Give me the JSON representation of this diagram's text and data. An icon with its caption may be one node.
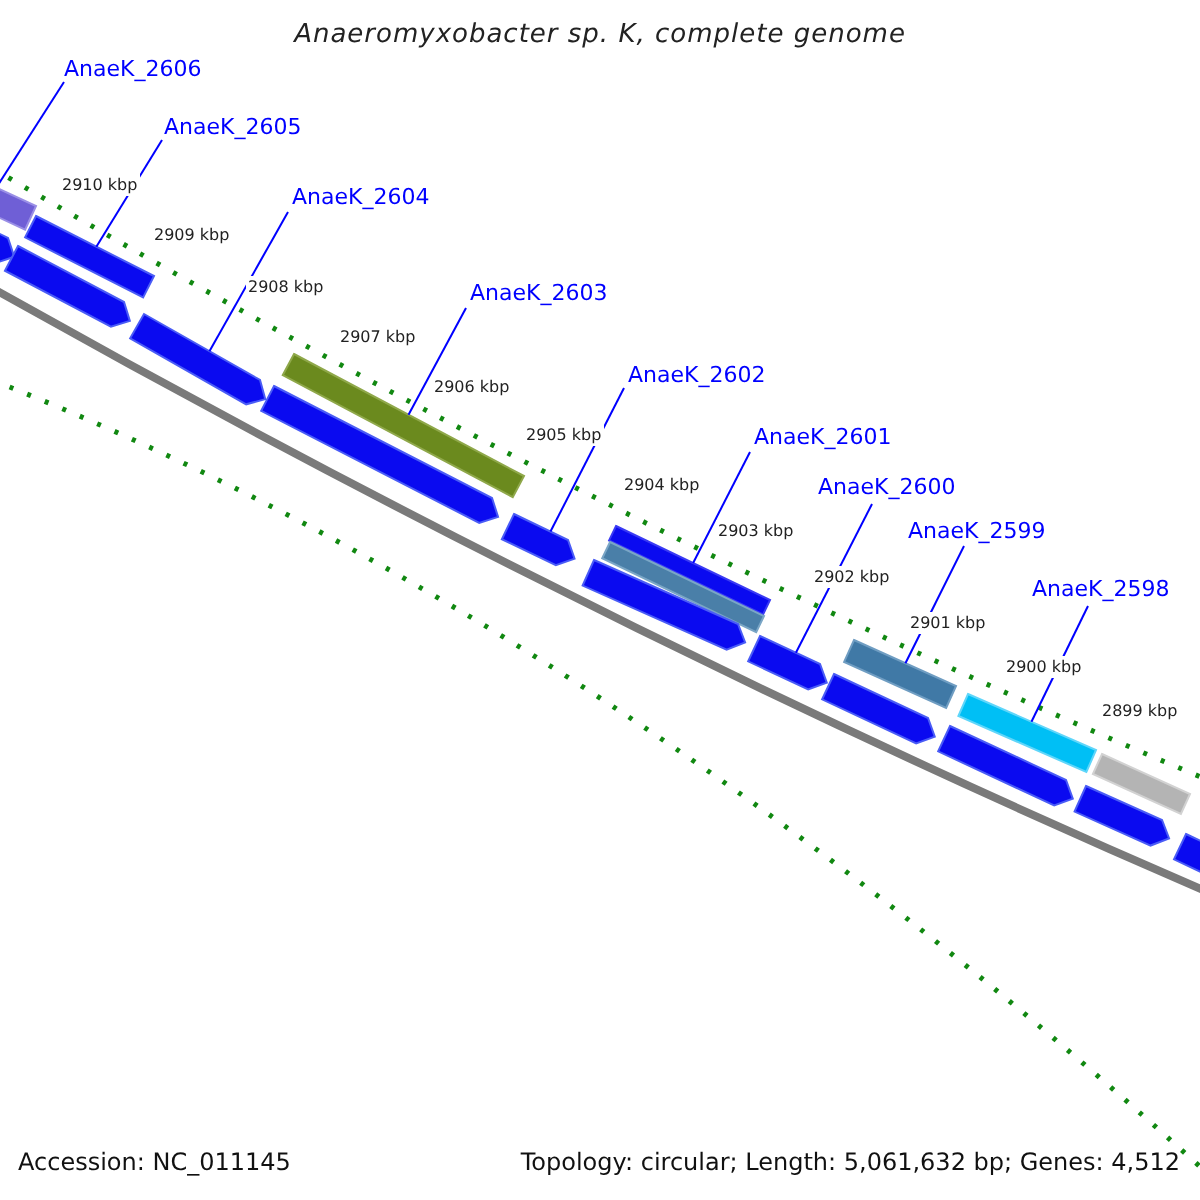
{
  "diagram": {
    "title": "Anaeromyxobacter sp. K, complete genome",
    "nodes": [
      {
        "text": [
          "AnaeK_2606"
        ]
      },
      {
        "text": [
          "AnaeK_2605"
        ]
      },
      {
        "text": [
          "AnaeK_2604"
        ]
      },
      {
        "text": [
          "AnaeK_2603"
        ]
      },
      {
        "text": [
          "AnaeK_2602"
        ]
      },
      {
        "text": [
          "AnaeK_2601"
        ]
      },
      {
        "text": [
          "AnaeK_2600"
        ]
      },
      {
        "text": [
          "AnaeK_2599"
        ]
      },
      {
        "text": [
          "AnaeK_2598"
        ]
      },
      {
        "text": [],
        "shape": "bar"
      },
      {
        "text": [],
        "shape": "bar"
      },
      {
        "text": [],
        "shape": "bar"
      },
      {
        "text": [],
        "shape": "bar"
      },
      {
        "text": [],
        "shape": "bar"
      },
      {
        "text": [],
        "shape": "bar"
      },
      {
        "text": [],
        "shape": "bar"
      },
      {
        "text": [],
        "shape": "bar"
      },
      {
        "text": [],
        "shape": "arrow"
      },
      {
        "text": [],
        "shape": "arrow"
      },
      {
        "text": [],
        "shape": "arrow"
      },
      {
        "text": [],
        "shape": "arrow"
      },
      {
        "text": [],
        "shape": "arrow"
      },
      {
        "text": [],
        "shape": "arrow"
      },
      {
        "text": [],
        "shape": "arrow"
      },
      {
        "text": [],
        "shape": "arrow"
      },
      {
        "text": [],
        "shape": "arrow"
      },
      {
        "text": [],
        "shape": "arrow"
      },
      {
        "text": [],
        "shape": "arrow"
      }
    ],
    "edges": [
      {
        "from": 0,
        "to": 9,
        "arrow": "none"
      },
      {
        "from": 1,
        "to": 10,
        "arrow": "none"
      },
      {
        "from": 2,
        "to": 19,
        "arrow": "none"
      },
      {
        "from": 3,
        "to": 11,
        "arrow": "none"
      },
      {
        "from": 4,
        "to": 21,
        "arrow": "none"
      },
      {
        "from": 5,
        "to": 12,
        "arrow": "none"
      },
      {
        "from": 6,
        "to": 23,
        "arrow": "none"
      },
      {
        "from": 7,
        "to": 14,
        "arrow": "none"
      },
      {
        "from": 8,
        "to": 15,
        "arrow": "none"
      }
    ],
    "labels": [
      "2910 kbp",
      "2909 kbp",
      "2908 kbp",
      "2907 kbp",
      "2906 kbp",
      "2905 kbp",
      "2904 kbp",
      "2903 kbp",
      "2902 kbp",
      "2901 kbp",
      "2900 kbp",
      "2899 kbp",
      "Accession: NC_011145",
      "Topology: circular; Length: 5,061,632 bp; Genes: 4,512"
    ]
  }
}
